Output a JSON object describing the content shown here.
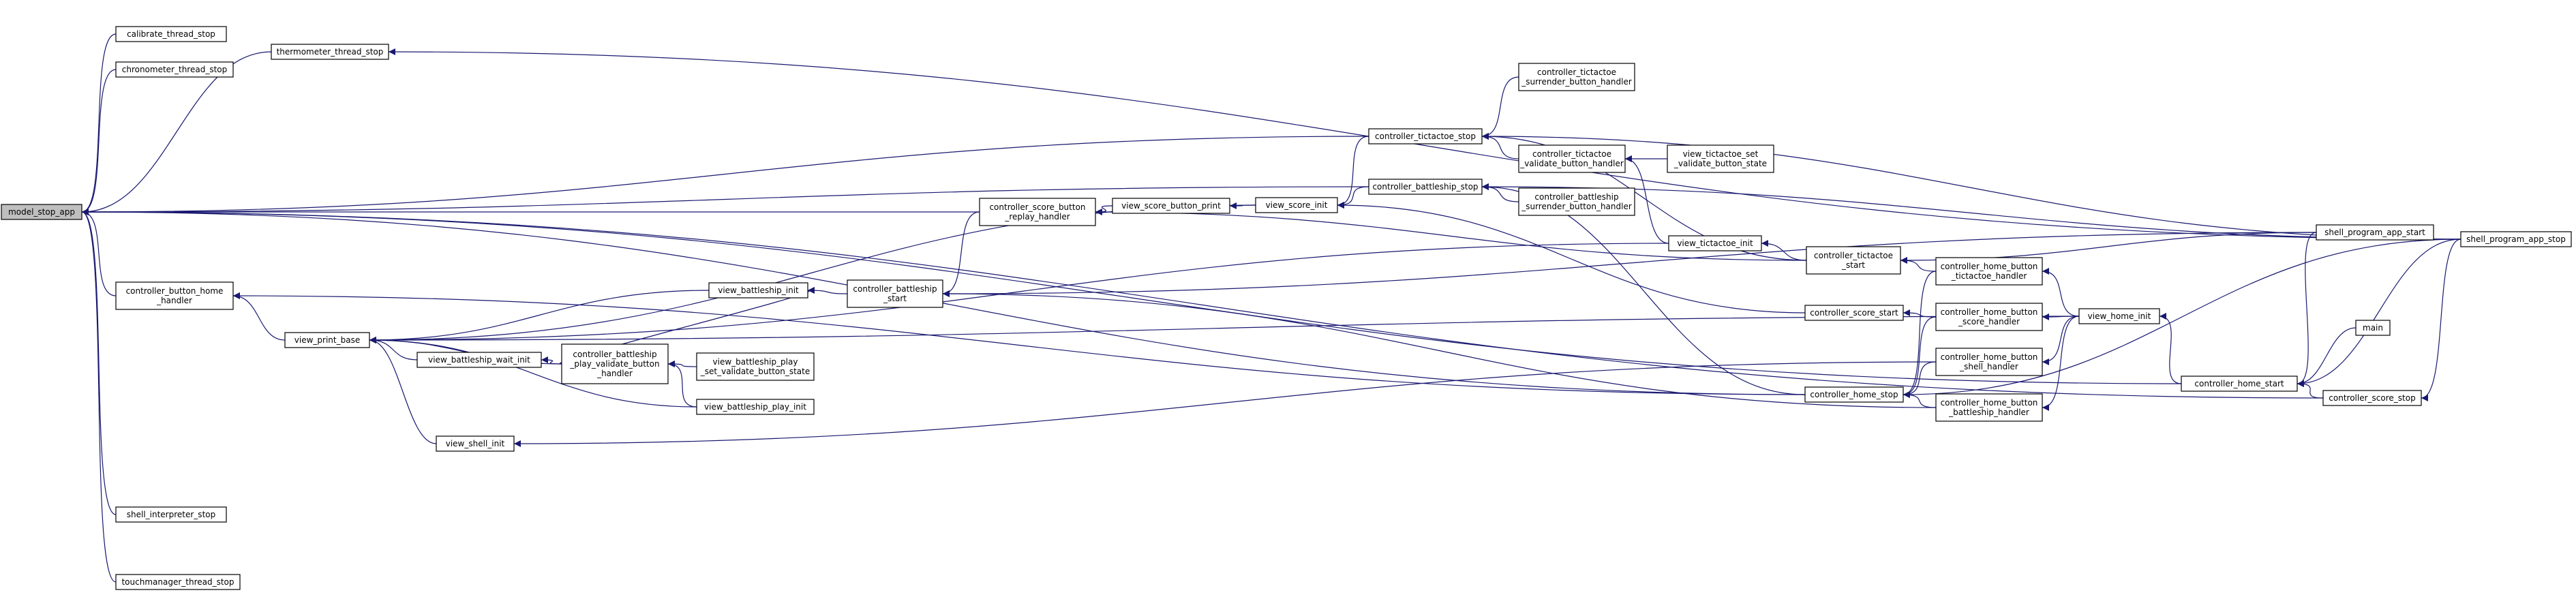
{
  "diagram": {
    "nodes": [
      {
        "id": "model_stop_app",
        "lines": [
          "model_stop_app"
        ],
        "root": true
      },
      {
        "id": "calibrate_thread_stop",
        "lines": [
          "calibrate_thread_stop"
        ]
      },
      {
        "id": "chronometer_thread_stop",
        "lines": [
          "chronometer_thread_stop"
        ]
      },
      {
        "id": "thermometer_thread_stop",
        "lines": [
          "thermometer_thread_stop"
        ]
      },
      {
        "id": "controller_button_home_handler",
        "lines": [
          "controller_button_home",
          "_handler"
        ]
      },
      {
        "id": "shell_interpreter_stop",
        "lines": [
          "shell_interpreter_stop"
        ]
      },
      {
        "id": "touchmanager_thread_stop",
        "lines": [
          "touchmanager_thread_stop"
        ]
      },
      {
        "id": "view_print_base",
        "lines": [
          "view_print_base"
        ]
      },
      {
        "id": "view_battleship_wait_init",
        "lines": [
          "view_battleship_wait_init"
        ]
      },
      {
        "id": "view_shell_init",
        "lines": [
          "view_shell_init"
        ]
      },
      {
        "id": "view_battleship_init",
        "lines": [
          "view_battleship_init"
        ]
      },
      {
        "id": "controller_battleship_play_validate_button_handler",
        "lines": [
          "controller_battleship",
          "_play_validate_button",
          "_handler"
        ]
      },
      {
        "id": "view_battleship_play_set_validate_button_state",
        "lines": [
          "view_battleship_play",
          "_set_validate_button_state"
        ]
      },
      {
        "id": "view_battleship_play_init",
        "lines": [
          "view_battleship_play_init"
        ]
      },
      {
        "id": "controller_battleship_start",
        "lines": [
          "controller_battleship",
          "_start"
        ]
      },
      {
        "id": "controller_score_button_replay_handler",
        "lines": [
          "controller_score_button",
          "_replay_handler"
        ]
      },
      {
        "id": "view_score_button_print",
        "lines": [
          "view_score_button_print"
        ]
      },
      {
        "id": "view_score_init",
        "lines": [
          "view_score_init"
        ]
      },
      {
        "id": "controller_tictactoe_stop",
        "lines": [
          "controller_tictactoe_stop"
        ]
      },
      {
        "id": "controller_battleship_stop",
        "lines": [
          "controller_battleship_stop"
        ]
      },
      {
        "id": "controller_tictactoe_surrender_button_handler",
        "lines": [
          "controller_tictactoe",
          "_surrender_button_handler"
        ]
      },
      {
        "id": "controller_tictactoe_validate_button_handler",
        "lines": [
          "controller_tictactoe",
          "_validate_button_handler"
        ]
      },
      {
        "id": "view_tictactoe_set_validate_button_state",
        "lines": [
          "view_tictactoe_set",
          "_validate_button_state"
        ]
      },
      {
        "id": "controller_battleship_surrender_button_handler",
        "lines": [
          "controller_battleship",
          "_surrender_button_handler"
        ]
      },
      {
        "id": "view_tictactoe_init",
        "lines": [
          "view_tictactoe_init"
        ]
      },
      {
        "id": "controller_tictactoe_start",
        "lines": [
          "controller_tictactoe",
          "_start"
        ]
      },
      {
        "id": "controller_score_start",
        "lines": [
          "controller_score_start"
        ]
      },
      {
        "id": "controller_home_stop",
        "lines": [
          "controller_home_stop"
        ]
      },
      {
        "id": "controller_home_button_tictactoe_handler",
        "lines": [
          "controller_home_button",
          "_tictactoe_handler"
        ]
      },
      {
        "id": "controller_home_button_score_handler",
        "lines": [
          "controller_home_button",
          "_score_handler"
        ]
      },
      {
        "id": "controller_home_button_shell_handler",
        "lines": [
          "controller_home_button",
          "_shell_handler"
        ]
      },
      {
        "id": "controller_home_button_battleship_handler",
        "lines": [
          "controller_home_button",
          "_battleship_handler"
        ]
      },
      {
        "id": "view_home_init",
        "lines": [
          "view_home_init"
        ]
      },
      {
        "id": "controller_home_start",
        "lines": [
          "controller_home_start"
        ]
      },
      {
        "id": "shell_program_app_start",
        "lines": [
          "shell_program_app_start"
        ]
      },
      {
        "id": "main",
        "lines": [
          "main"
        ]
      },
      {
        "id": "controller_score_stop",
        "lines": [
          "controller_score_stop"
        ]
      },
      {
        "id": "shell_program_app_stop",
        "lines": [
          "shell_program_app_stop"
        ]
      }
    ],
    "edges": [
      [
        "calibrate_thread_stop",
        "model_stop_app"
      ],
      [
        "chronometer_thread_stop",
        "model_stop_app"
      ],
      [
        "thermometer_thread_stop",
        "model_stop_app"
      ],
      [
        "controller_button_home_handler",
        "model_stop_app"
      ],
      [
        "shell_interpreter_stop",
        "model_stop_app"
      ],
      [
        "touchmanager_thread_stop",
        "model_stop_app"
      ],
      [
        "controller_tictactoe_stop",
        "model_stop_app"
      ],
      [
        "controller_battleship_stop",
        "model_stop_app"
      ],
      [
        "controller_score_button_replay_handler",
        "model_stop_app"
      ],
      [
        "controller_home_stop",
        "model_stop_app"
      ],
      [
        "controller_home_start",
        "model_stop_app"
      ],
      [
        "controller_score_stop",
        "model_stop_app"
      ],
      [
        "shell_program_app_stop",
        "thermometer_thread_stop"
      ],
      [
        "view_print_base",
        "controller_button_home_handler"
      ],
      [
        "controller_home_stop",
        "controller_button_home_handler"
      ],
      [
        "view_battleship_wait_init",
        "view_print_base"
      ],
      [
        "view_shell_init",
        "view_print_base"
      ],
      [
        "view_battleship_init",
        "view_print_base"
      ],
      [
        "controller_battleship_play_validate_button_handler",
        "view_print_base"
      ],
      [
        "view_battleship_play_init",
        "view_print_base"
      ],
      [
        "view_score_init",
        "view_print_base"
      ],
      [
        "view_tictactoe_init",
        "view_print_base"
      ],
      [
        "view_home_init",
        "view_print_base"
      ],
      [
        "controller_battleship_play_validate_button_handler",
        "view_battleship_wait_init"
      ],
      [
        "controller_home_button_shell_handler",
        "view_shell_init"
      ],
      [
        "controller_battleship_start",
        "view_battleship_init"
      ],
      [
        "controller_battleship_play_validate_button_handler",
        "view_battleship_init"
      ],
      [
        "view_battleship_play_set_validate_button_state",
        "controller_battleship_play_validate_button_handler"
      ],
      [
        "view_battleship_play_init",
        "controller_battleship_play_validate_button_handler"
      ],
      [
        "controller_score_button_replay_handler",
        "controller_battleship_start"
      ],
      [
        "shell_program_app_start",
        "controller_battleship_start"
      ],
      [
        "controller_home_button_battleship_handler",
        "controller_battleship_start"
      ],
      [
        "view_score_button_print",
        "controller_score_button_replay_handler"
      ],
      [
        "controller_tictactoe_start",
        "controller_score_button_replay_handler"
      ],
      [
        "view_score_init",
        "view_score_button_print"
      ],
      [
        "controller_tictactoe_stop",
        "view_score_init"
      ],
      [
        "controller_battleship_stop",
        "view_score_init"
      ],
      [
        "controller_score_start",
        "view_score_init"
      ],
      [
        "controller_tictactoe_surrender_button_handler",
        "controller_tictactoe_stop"
      ],
      [
        "controller_tictactoe_validate_button_handler",
        "controller_tictactoe_stop"
      ],
      [
        "controller_tictactoe_start",
        "controller_tictactoe_stop"
      ],
      [
        "shell_program_app_stop",
        "controller_tictactoe_stop"
      ],
      [
        "controller_battleship_surrender_button_handler",
        "controller_battleship_stop"
      ],
      [
        "controller_home_stop",
        "controller_battleship_stop"
      ],
      [
        "shell_program_app_stop",
        "controller_battleship_stop"
      ],
      [
        "view_tictactoe_set_validate_button_state",
        "controller_tictactoe_validate_button_handler"
      ],
      [
        "view_tictactoe_init",
        "controller_tictactoe_validate_button_handler"
      ],
      [
        "controller_tictactoe_start",
        "view_tictactoe_init"
      ],
      [
        "controller_home_button_tictactoe_handler",
        "controller_tictactoe_start"
      ],
      [
        "shell_program_app_start",
        "controller_tictactoe_start"
      ],
      [
        "controller_home_button_score_handler",
        "controller_score_start"
      ],
      [
        "controller_home_button_tictactoe_handler",
        "controller_home_stop"
      ],
      [
        "controller_home_button_score_handler",
        "controller_home_stop"
      ],
      [
        "controller_home_button_shell_handler",
        "controller_home_stop"
      ],
      [
        "controller_home_button_battleship_handler",
        "controller_home_stop"
      ],
      [
        "shell_program_app_stop",
        "controller_home_stop"
      ],
      [
        "view_home_init",
        "controller_home_button_tictactoe_handler"
      ],
      [
        "view_home_init",
        "controller_home_button_score_handler"
      ],
      [
        "view_home_init",
        "controller_home_button_shell_handler"
      ],
      [
        "view_home_init",
        "controller_home_button_battleship_handler"
      ],
      [
        "controller_home_start",
        "view_home_init"
      ],
      [
        "shell_program_app_start",
        "controller_home_start"
      ],
      [
        "main",
        "controller_home_start"
      ],
      [
        "controller_score_stop",
        "controller_home_start"
      ],
      [
        "shell_program_app_stop",
        "controller_home_start"
      ],
      [
        "shell_program_app_stop",
        "controller_score_stop"
      ]
    ]
  }
}
